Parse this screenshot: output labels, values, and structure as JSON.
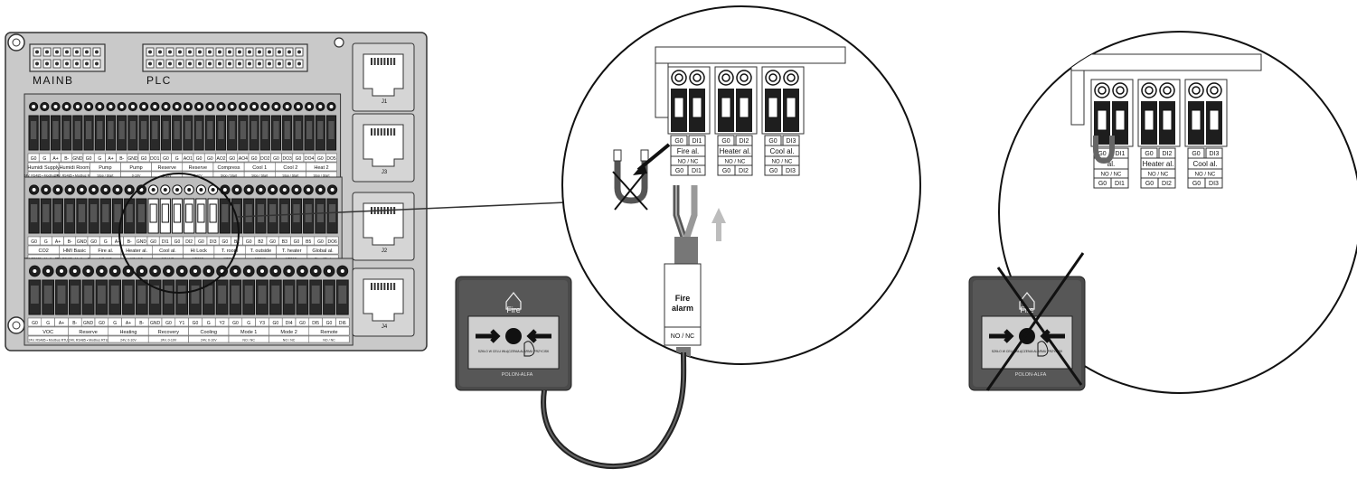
{
  "board": {
    "connector_mainb": "MAINB",
    "connector_plc": "PLC",
    "jacks": [
      "J1",
      "J3",
      "J2",
      "J4"
    ],
    "row1": {
      "group_labels": [
        "Humidi Supply",
        "Humidi Room",
        "Pump",
        "Pump",
        "Reserve",
        "Reserve",
        "Compress",
        "Cool 1",
        "Cool 2",
        "Heat 2"
      ],
      "pin_labels": [
        "G0",
        "G",
        "A+",
        "B-",
        "GND",
        "G0",
        "G",
        "A+",
        "B-",
        "GND",
        "G0",
        "DO1",
        "G0",
        "G",
        "AO1",
        "G0",
        "G0",
        "AO2",
        "G0",
        "AO4",
        "G0",
        "DO2",
        "G0",
        "DO3",
        "G0",
        "DO4",
        "G0",
        "DO5"
      ],
      "sub_labels": [
        "24V, RS485 • Modbus RTU",
        "24V, RS485 • Modbus RTU",
        "Stop / Start",
        "0-10V",
        "0-10V",
        "0-10V",
        "Stop / Start",
        "Stop / Start",
        "Stop / Start",
        "Stop / Start"
      ]
    },
    "row2": {
      "group_labels": [
        "CO2",
        "HMI Basic",
        "Fire al.",
        "Heater al.",
        "Cool al.",
        "Hi Lock",
        "T. room",
        "T. outside",
        "T. heater",
        "Global al."
      ],
      "pin_labels": [
        "G0",
        "G",
        "A+",
        "B-",
        "GND",
        "G0",
        "G",
        "A+",
        "B-",
        "GND",
        "G0",
        "DI1",
        "G0",
        "DI2",
        "G0",
        "DI3",
        "G0",
        "B1",
        "G0",
        "B2",
        "G0",
        "B3",
        "G0",
        "B5",
        "G0",
        "DO6"
      ],
      "sub_labels": [
        "24V, RS485 • Modbus RTU",
        "24V, RS485 • Modbus RTU",
        "NO / NC",
        "NO / NC",
        "NO / NC",
        "NTC10k",
        "NTC10k",
        "NTC10k",
        "NTC10k",
        "Stop / Start"
      ]
    },
    "row3": {
      "group_labels": [
        "VOC",
        "Reserve",
        "Heating",
        "Recovery",
        "Cooling",
        "Mode 1",
        "Mode 2",
        "Remote"
      ],
      "pin_labels": [
        "G0",
        "G",
        "A+",
        "B-",
        "GND",
        "G0",
        "G",
        "A+",
        "B-",
        "GND",
        "G0",
        "Y1",
        "G0",
        "G",
        "Y2",
        "G0",
        "G",
        "Y3",
        "G0",
        "DI4",
        "G0",
        "DI5",
        "G0",
        "DI6"
      ],
      "sub_labels": [
        "24V, RS485 • Modbus RTU",
        "24V, RS485 • Modbus RTU",
        "24V, 0-10V",
        "24V, 0-10V",
        "24V, 0-10V",
        "NO / NC",
        "NO / NC",
        "NO / NC"
      ]
    }
  },
  "zoom_correct": {
    "terminal_pins": [
      [
        "G0",
        "DI1"
      ],
      [
        "G0",
        "DI2"
      ],
      [
        "G0",
        "DI3"
      ]
    ],
    "group_labels": [
      "Fire al.",
      "Heater al.",
      "Cool al."
    ],
    "contact_labels": [
      "NO / NC",
      "NO / NC",
      "NO / NC"
    ],
    "bottom_pins": [
      [
        "G0",
        "DI1"
      ],
      [
        "G0",
        "DI2"
      ],
      [
        "G0",
        "DI3"
      ]
    ],
    "device_label": "Fire alarm",
    "device_contact": "NO / NC"
  },
  "zoom_wrong": {
    "terminal_pins": [
      [
        "G0",
        "DI1"
      ],
      [
        "G0",
        "DI2"
      ],
      [
        "G0",
        "DI3"
      ]
    ],
    "group_labels": [
      "al.",
      "Heater al.",
      "Cool al."
    ],
    "contact_labels": [
      "NO / NC",
      "NO / NC",
      "NO / NC"
    ],
    "bottom_pins": [
      [
        "G0",
        "DI1"
      ],
      [
        "G0",
        "DI2"
      ],
      [
        "G0",
        "DI3"
      ]
    ]
  },
  "call_point": {
    "label": "Fire",
    "brand": "POLON-ALFA",
    "instructions": "SZKŁO W CELU WŁĄCZENIA ALARMU PRZYCISK"
  },
  "colors": {
    "board": "#c8c8c8",
    "board_outline": "#333333",
    "terminal": "#2a2a2a",
    "call_point_body": "#4a4a4a",
    "arrow_hint": "#bdbdbd"
  }
}
